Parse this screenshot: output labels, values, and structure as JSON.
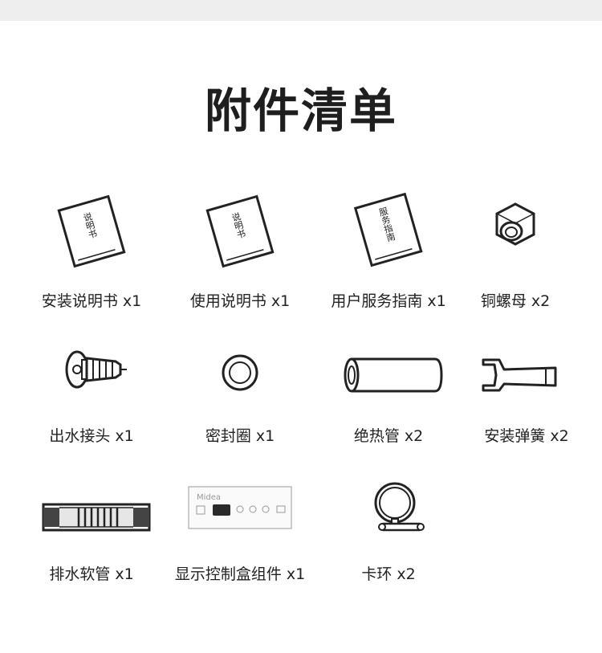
{
  "title": "附件清单",
  "colors": {
    "ink": "#222222",
    "background": "#ffffff",
    "top_band": "#eeeeee"
  },
  "items": [
    {
      "label": "安装说明书 x1",
      "icon": "install-manual-icon",
      "cover_text": "说明书"
    },
    {
      "label": "使用说明书 x1",
      "icon": "user-manual-icon",
      "cover_text": "说明书"
    },
    {
      "label": "用户服务指南 x1",
      "icon": "service-guide-icon",
      "cover_text": "服务指南"
    },
    {
      "label": "铜螺母 x2",
      "icon": "copper-nut-icon"
    },
    {
      "label": "出水接头 x1",
      "icon": "outlet-connector-icon"
    },
    {
      "label": "密封圈 x1",
      "icon": "seal-ring-icon"
    },
    {
      "label": "绝热管 x2",
      "icon": "insulation-tube-icon"
    },
    {
      "label": "安装弹簧 x2",
      "icon": "install-spring-icon"
    },
    {
      "label": "排水软管 x1",
      "icon": "drain-hose-icon"
    },
    {
      "label": "显示控制盒组件 x1",
      "icon": "display-control-box-icon",
      "brand_text": "Midea"
    },
    {
      "label": "卡环 x2",
      "icon": "clamp-ring-icon"
    }
  ]
}
